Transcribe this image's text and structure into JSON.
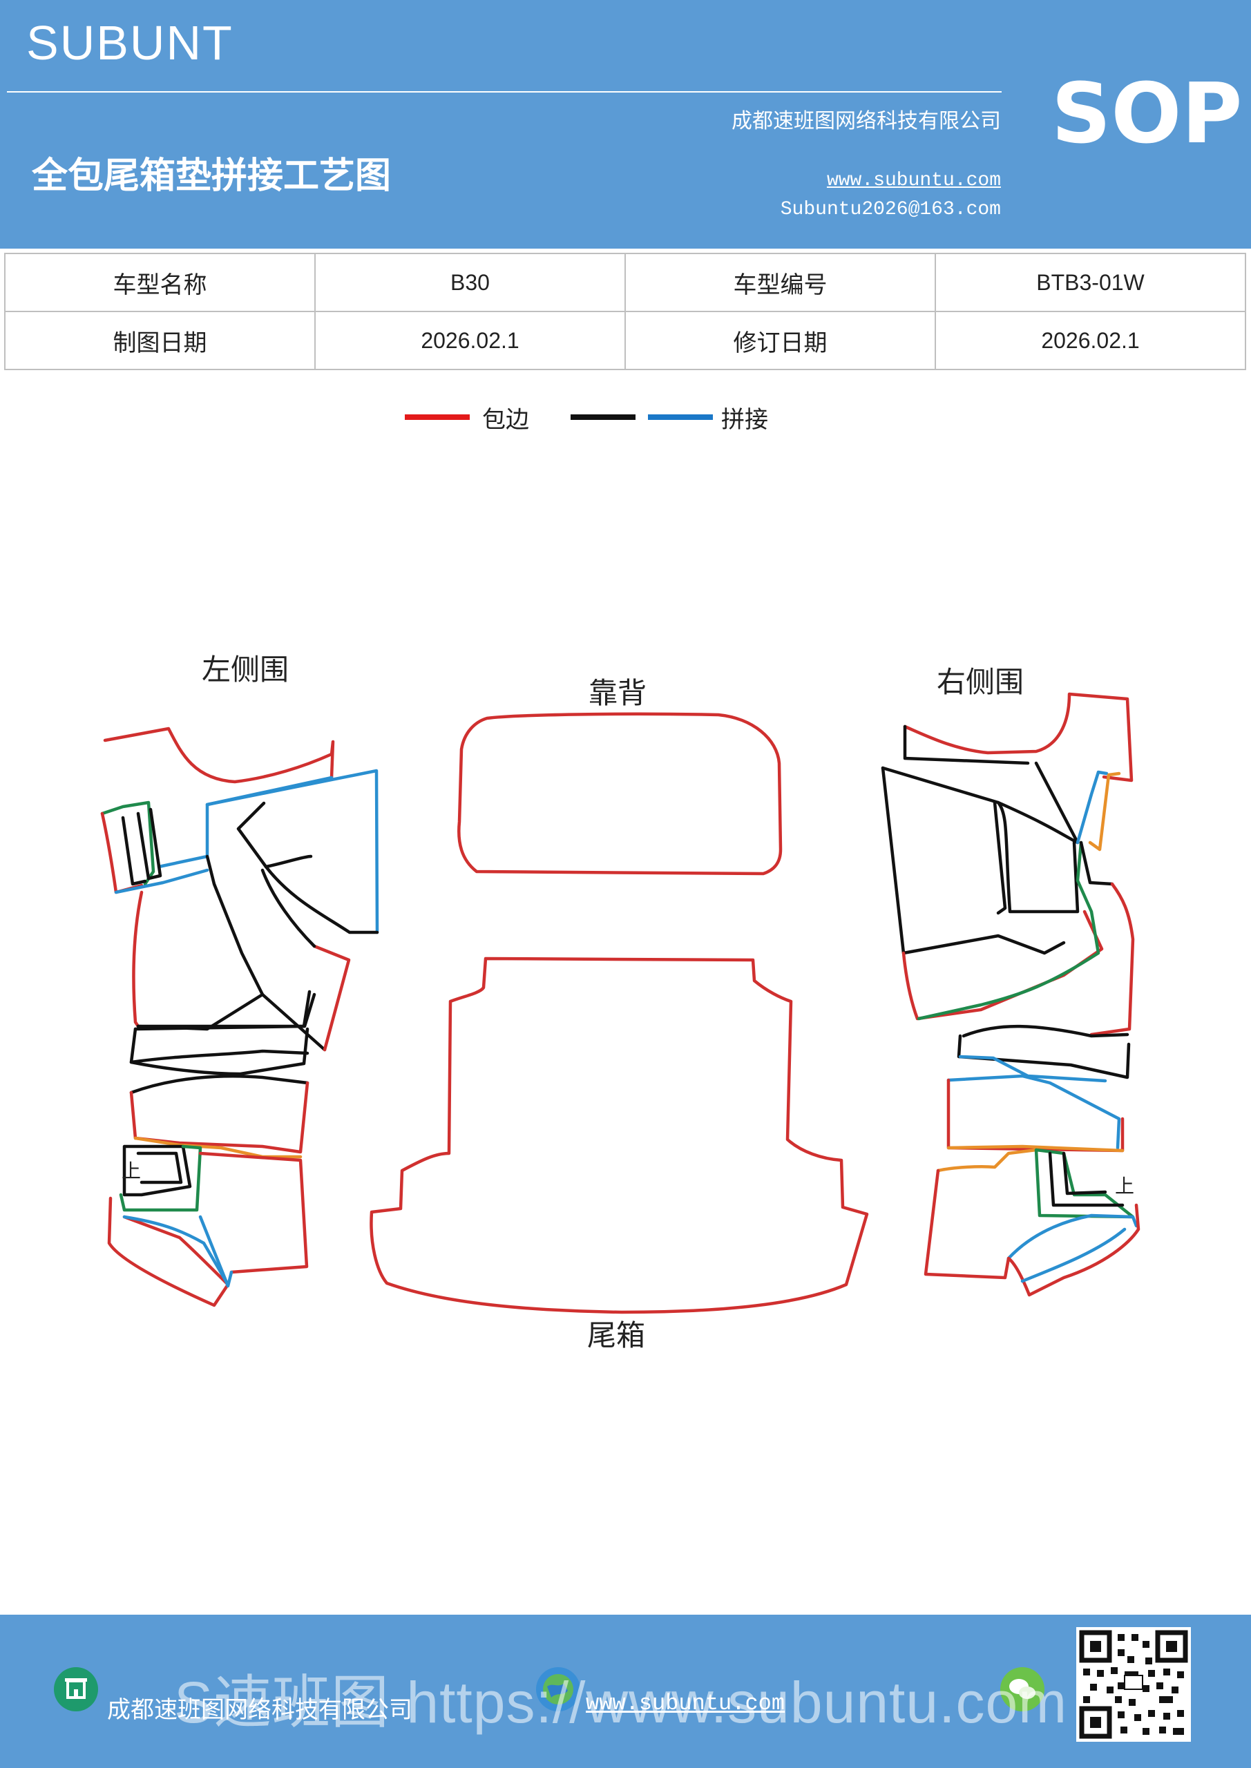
{
  "header": {
    "brand": "SUBUNT",
    "doc_title": "全包尾箱垫拼接工艺图",
    "company": "成都速班图网络科技有限公司",
    "website": "www.subuntu.com",
    "email": "Subuntu2026@163.com",
    "badge": "SOP"
  },
  "info": {
    "model_name_label": "车型名称",
    "model_name": "B30",
    "model_code_label": "车型编号",
    "model_code": "BTB3-01W",
    "drawing_date_label": "制图日期",
    "drawing_date": "2026.02.1",
    "revision_date_label": "修订日期",
    "revision_date": "2026.02.1"
  },
  "legend": {
    "edge_label": "包边",
    "splice_label": "拼接",
    "colors": {
      "edge": "#e31a1a",
      "splice_black": "#111111",
      "splice_blue": "#1a78c8"
    }
  },
  "parts": {
    "left_side": "左侧围",
    "backrest": "靠背",
    "right_side": "右侧围",
    "trunk": "尾箱",
    "up_left": "上",
    "up_right": "上"
  },
  "footer": {
    "company": "成都速班图网络科技有限公司",
    "website": "www.subuntu.com",
    "watermark": "S速班图 https://www.subuntu.com"
  },
  "colors": {
    "banner": "#5b9bd5",
    "outline_red": "#d0302f",
    "outline_black": "#111111",
    "outline_blue": "#2a8fd0",
    "outline_green": "#1f8a4c",
    "outline_orange": "#e8902a"
  }
}
